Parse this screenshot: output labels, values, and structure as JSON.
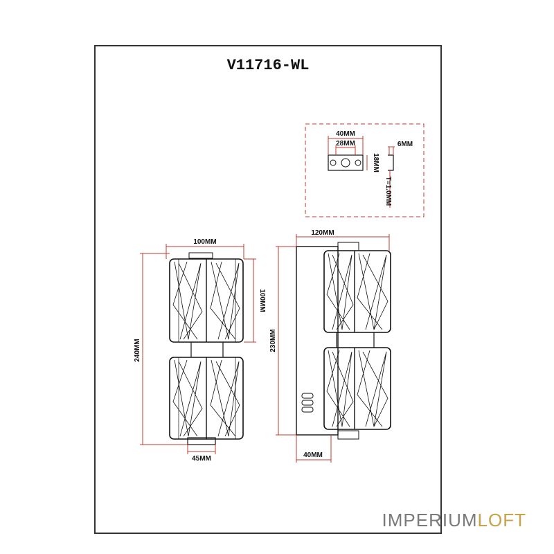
{
  "title": "V11716-WL",
  "bracket": {
    "width_outer": "40MM",
    "width_inner": "28MM",
    "height": "18MM",
    "side": "6MM",
    "thickness": "T=1.0MM"
  },
  "front": {
    "width": "100MM",
    "shade_height": "100MM",
    "total_height": "240MM",
    "base_width": "45MM"
  },
  "side": {
    "depth": "120MM",
    "height": "230MM",
    "wall_offset": "40MM"
  },
  "brand": {
    "part1": "IMPERIUM",
    "part2": "LOFT",
    "color1": "#7a7a7a",
    "color2": "#c8a24a"
  }
}
